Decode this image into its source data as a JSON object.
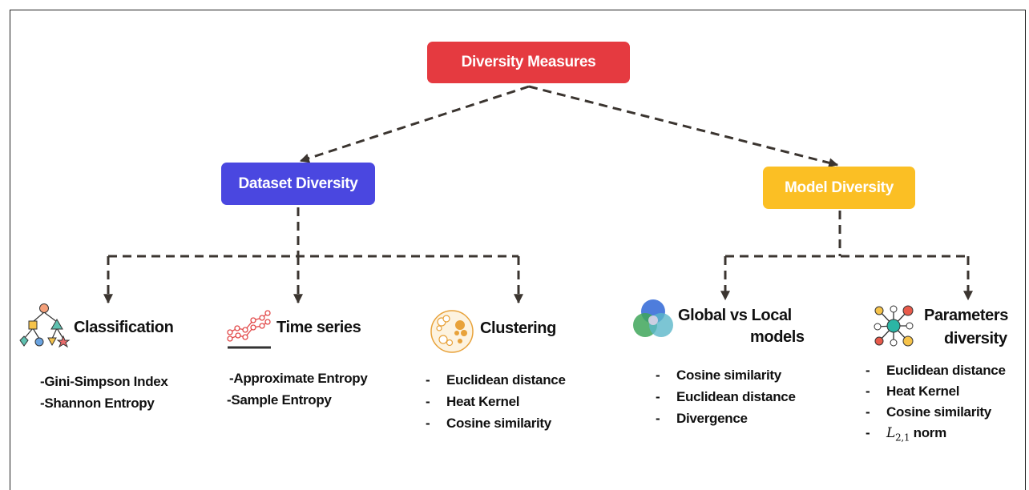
{
  "root": {
    "label": "Diversity Measures"
  },
  "dataset": {
    "label": "Dataset Diversity",
    "classification": {
      "title": "Classification",
      "items": [
        "-Gini-Simpson Index",
        "-Shannon Entropy"
      ]
    },
    "timeseries": {
      "title": "Time series",
      "items": [
        "-Approximate Entropy",
        "-Sample Entropy"
      ]
    },
    "clustering": {
      "title": "Clustering",
      "items": [
        "Euclidean distance",
        "Heat Kernel",
        "Cosine similarity"
      ]
    }
  },
  "model": {
    "label": "Model Diversity",
    "global": {
      "title1": "Global vs Local",
      "title2": "models",
      "items": [
        "Cosine similarity",
        "Euclidean distance",
        "Divergence"
      ]
    },
    "params": {
      "title1": "Parameters",
      "title2": "diversity",
      "items": [
        "Euclidean distance",
        "Heat Kernel",
        "Cosine similarity"
      ],
      "norm_symbol": "L",
      "norm_sub": "2,1",
      "norm_label": "norm"
    }
  },
  "list_dash": "-",
  "colors": {
    "root": "#e53a40",
    "dataset": "#4a47e0",
    "model": "#fbbf24",
    "connector": "#3b3530"
  },
  "icons": [
    "tree-icon",
    "timeseries-icon",
    "clusters-icon",
    "venn-icon",
    "network-icon"
  ]
}
